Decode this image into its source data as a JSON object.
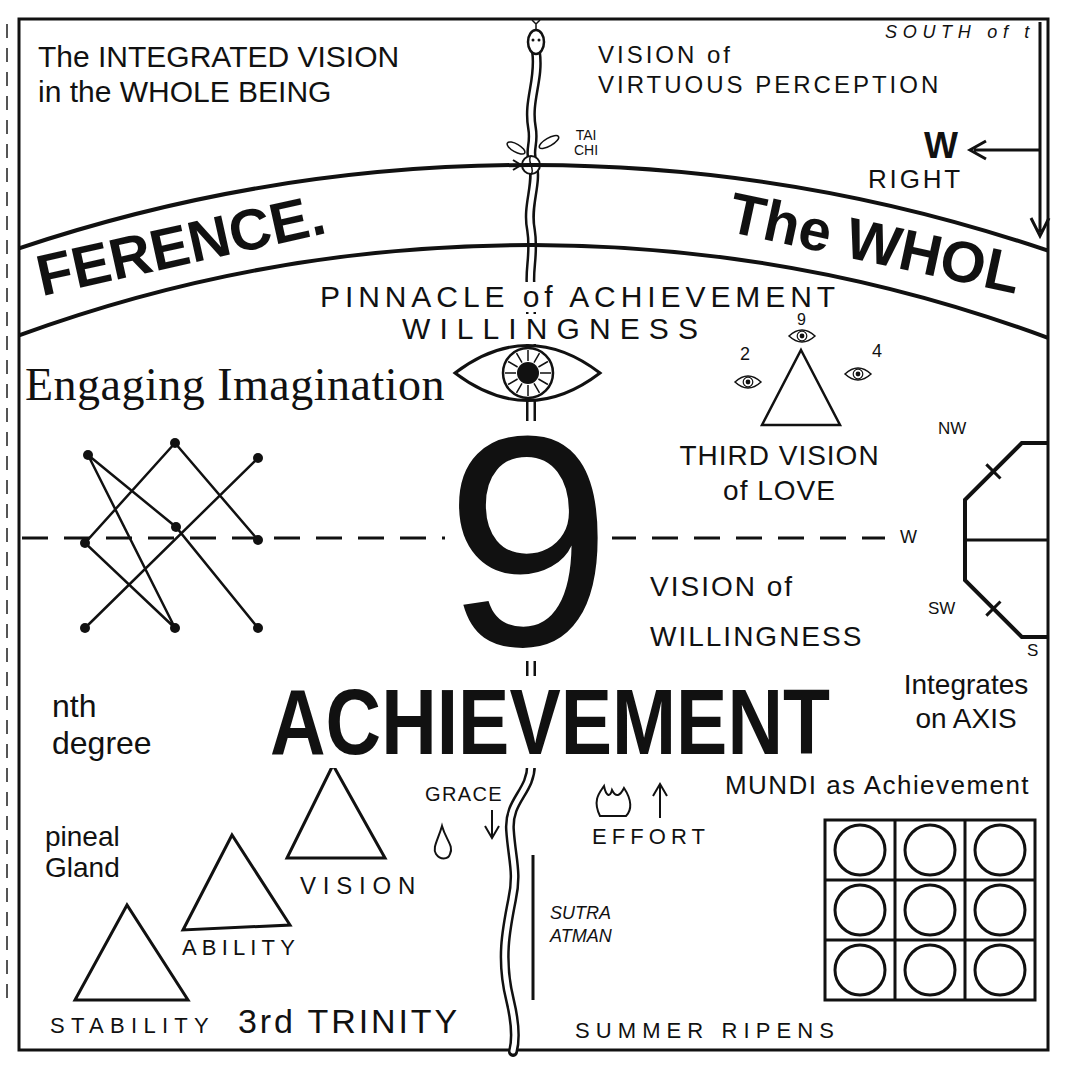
{
  "diagram": {
    "title": "The INTEGRATED VISION in the WHOLE BEING",
    "nodes": [
      {
        "text": [
          "FERENCE.",
          "The WHOL"
        ]
      },
      {
        "text": [
          "9",
          "2",
          "4"
        ]
      },
      {
        "text": [
          "NW",
          "W",
          "SW",
          "S"
        ]
      },
      {
        "text": [
          "VISION"
        ]
      },
      {
        "text": [
          "ABILITY"
        ]
      },
      {
        "text": [
          "STABILITY"
        ]
      }
    ],
    "labels": [
      "SOUTH of t",
      "VISION of VIRTUOUS PERCEPTION",
      "TAI CHI",
      "W",
      "RIGHT",
      "PINNACLE of ACHIEVEMENT",
      "WILLINGNESS",
      "Engaging Imagination",
      "THIRD VISION of LOVE",
      "9",
      "VISION of WILLINGNESS",
      "ACHIEVEMENT",
      "nth degree",
      "Integrates on AXIS",
      "MUNDI as Achievement",
      "GRACE",
      "EFFORT",
      "pineal Gland",
      "SUTRA ATMAN",
      "3rd TRINITY",
      "SUMMER RIPENS"
    ]
  }
}
